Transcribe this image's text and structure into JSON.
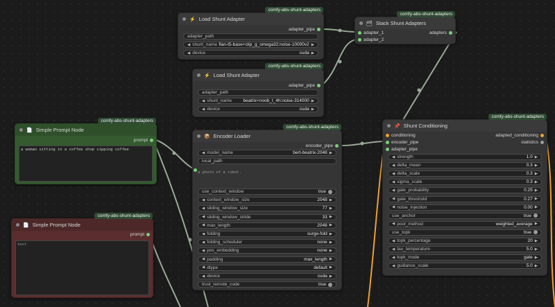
{
  "tag": "comfy-abs-shunt-adapters",
  "load1": {
    "title": "Load Shunt Adapter",
    "output": "adapter_pipe",
    "path_placeholder": "adapter_path",
    "shunt_label": "shunt_name",
    "shunt_value": "flan-t5-base+clip_g_omega32:noise-10000v2",
    "device_label": "device",
    "device_value": "cuda"
  },
  "load2": {
    "title": "Load Shunt Adapter",
    "output": "adapter_pipe",
    "path_placeholder": "adapter_path",
    "shunt_label": "shunt_name",
    "shunt_value": "beatrix+noob_t_4h:noise-314000",
    "device_label": "device",
    "device_value": "cuda"
  },
  "stack": {
    "title": "Stack Shunt Adapters",
    "in1": "adapter_1",
    "in2": "adapter_2",
    "output": "adapters"
  },
  "prompt1": {
    "title": "Simple Prompt Node",
    "output": "prompt",
    "text": "a woman sitting in a coffee shop sipping coffee"
  },
  "prompt2": {
    "title": "Simple Prompt Node",
    "output": "prompt",
    "text": "text"
  },
  "encoder": {
    "title": "Encoder Loader",
    "output": "encoder_pipe",
    "model_label": "model_name",
    "model_value": "bert-beatrix-2048",
    "local_path": "local_path",
    "text_placeholder": "a photo of a robot.",
    "widgets": [
      {
        "label": "use_context_window",
        "value": "true",
        "kind": "toggle"
      },
      {
        "label": "context_window_size",
        "value": "2048",
        "kind": "num"
      },
      {
        "label": "sliding_window_size",
        "value": "77",
        "kind": "num"
      },
      {
        "label": "sliding_window_stride",
        "value": "33",
        "kind": "num"
      },
      {
        "label": "max_length",
        "value": "2048",
        "kind": "num"
      },
      {
        "label": "folding",
        "value": "surge-fold",
        "kind": "num"
      },
      {
        "label": "folding_scheduler",
        "value": "none",
        "kind": "num"
      },
      {
        "label": "pos_embedding",
        "value": "none",
        "kind": "num"
      },
      {
        "label": "padding",
        "value": "max_length",
        "kind": "num"
      },
      {
        "label": "dtype",
        "value": "default",
        "kind": "num"
      },
      {
        "label": "device",
        "value": "cuda",
        "kind": "num"
      },
      {
        "label": "trust_remote_code",
        "value": "true",
        "kind": "toggle"
      }
    ]
  },
  "conditioning": {
    "title": "Shunt Conditioning",
    "inputs": [
      "conditioning",
      "encoder_pipe",
      "adapter_pipe"
    ],
    "outputs": [
      "adapted_conditioning",
      "statistics"
    ],
    "widgets": [
      {
        "label": "strength",
        "value": "1.0",
        "kind": "num"
      },
      {
        "label": "delta_mean",
        "value": "0.3",
        "kind": "num"
      },
      {
        "label": "delta_scale",
        "value": "0.3",
        "kind": "num"
      },
      {
        "label": "sigma_scale",
        "value": "0.3",
        "kind": "num"
      },
      {
        "label": "gate_probability",
        "value": "0.25",
        "kind": "num"
      },
      {
        "label": "gate_threshold",
        "value": "0.27",
        "kind": "num"
      },
      {
        "label": "noise_injection",
        "value": "0.00",
        "kind": "num"
      },
      {
        "label": "use_anchor",
        "value": "true",
        "kind": "toggle"
      },
      {
        "label": "pool_method",
        "value": "weighted_average",
        "kind": "num"
      },
      {
        "label": "use_topk",
        "value": "true",
        "kind": "toggle"
      },
      {
        "label": "topk_percentage",
        "value": "20",
        "kind": "num"
      },
      {
        "label": "tau_temperature",
        "value": "5.0",
        "kind": "num"
      },
      {
        "label": "topk_mode",
        "value": "gate",
        "kind": "num"
      },
      {
        "label": "guidance_scale",
        "value": "5.0",
        "kind": "num"
      }
    ]
  }
}
